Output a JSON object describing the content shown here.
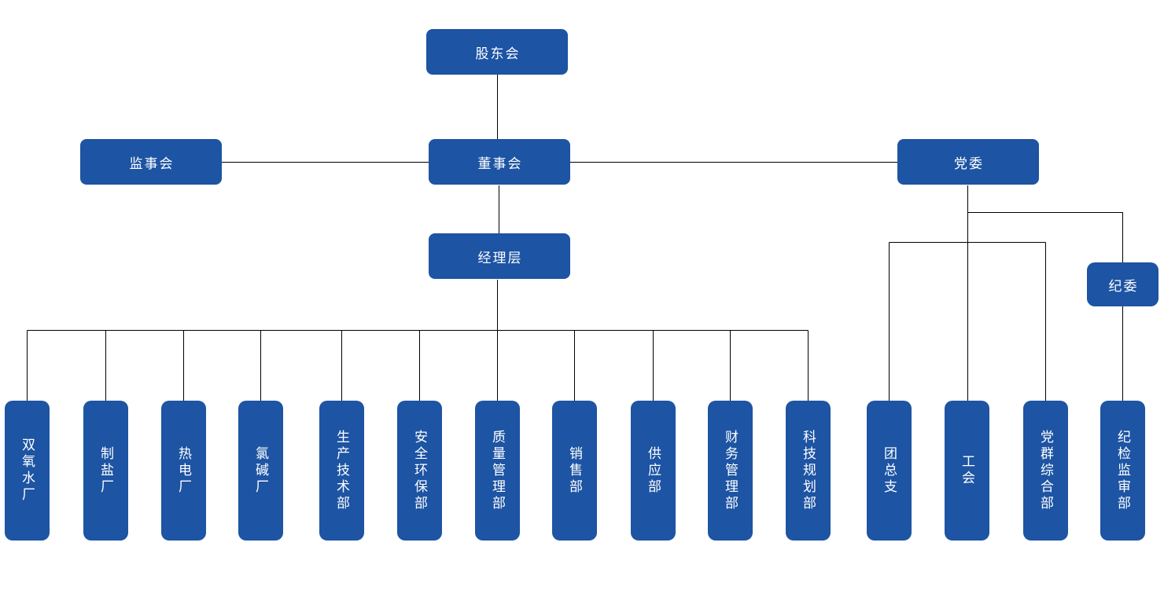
{
  "diagram": {
    "type": "org-chart",
    "accent_color": "#1d54a3",
    "line_color": "#000000",
    "text_color": "#ffffff",
    "background_color": "#ffffff",
    "nodes": {
      "shareholders_meeting": "股东会",
      "board_of_supervisors": "监事会",
      "board_of_directors": "董事会",
      "party_committee": "党委",
      "management_team": "经理层",
      "discipline_committee": "纪委"
    },
    "hierarchy": {
      "shareholders_meeting_reports": [
        "board_of_directors"
      ],
      "board_of_directors_peers": [
        "board_of_supervisors",
        "party_committee"
      ],
      "board_of_directors_reports": [
        "management_team"
      ],
      "management_team_reports": "management_departments",
      "party_committee_reports": [
        "团总支",
        "工会",
        "党群综合部",
        "纪委"
      ],
      "discipline_committee_reports": [
        "纪检监审部"
      ]
    },
    "management_departments": [
      "双氧水厂",
      "制盐厂",
      "热电厂",
      "氯碱厂",
      "生产技术部",
      "安全环保部",
      "质量管理部",
      "销售部",
      "供应部",
      "财务管理部",
      "科技规划部"
    ],
    "party_departments": [
      "团总支",
      "工会",
      "党群综合部",
      "纪检监审部"
    ]
  }
}
